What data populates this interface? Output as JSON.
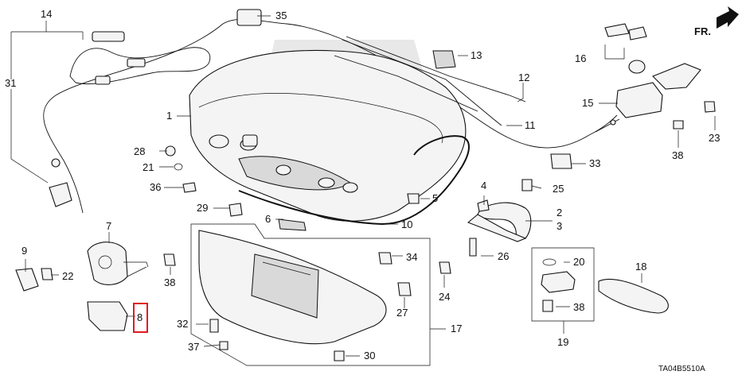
{
  "diagram": {
    "code": "TA04B5510A",
    "direction_label": "FR.",
    "highlighted_callout": "8",
    "callouts": {
      "c1": "1",
      "c2": "2",
      "c3": "3",
      "c4": "4",
      "c5": "5",
      "c6": "6",
      "c7": "7",
      "c8": "8",
      "c9": "9",
      "c10": "10",
      "c11": "11",
      "c12": "12",
      "c13": "13",
      "c14": "14",
      "c15": "15",
      "c16": "16",
      "c17": "17",
      "c18": "18",
      "c19": "19",
      "c20": "20",
      "c21": "21",
      "c22": "22",
      "c23": "23",
      "c24": "24",
      "c25": "25",
      "c26": "26",
      "c27": "27",
      "c28": "28",
      "c29": "29",
      "c30": "30",
      "c31": "31",
      "c32": "32",
      "c33": "33",
      "c34": "34",
      "c35": "35",
      "c36": "36",
      "c37": "37",
      "c38a": "38",
      "c38b": "38",
      "c38c": "38"
    }
  },
  "colors": {
    "highlight": "#e01b24",
    "ink": "#111111",
    "watermark": "#d6d6d6"
  }
}
